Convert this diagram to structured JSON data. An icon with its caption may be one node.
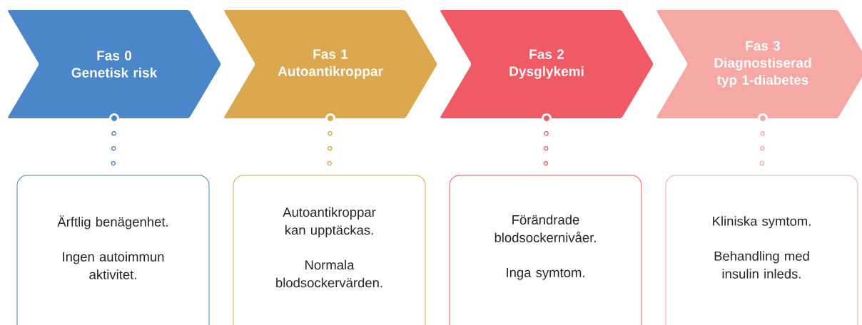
{
  "diagram": {
    "nodes": [
      {
        "text": [
          "Fas 0",
          "Genetisk risk"
        ]
      },
      {
        "text": [
          "Fas 1",
          "Autoantikroppar"
        ]
      },
      {
        "text": [
          "Fas 2",
          "Dysglykemi"
        ]
      },
      {
        "text": [
          "Fas 3",
          "Diagnostiserad typ 1-diabetes"
        ]
      },
      {
        "text": [
          "Ärftlig benägenhet.",
          "Ingen autoimmun aktivitet."
        ]
      },
      {
        "text": [
          "Autoantikroppar kan upptäckas.",
          "Normala blodsockervärden."
        ]
      },
      {
        "text": [
          "Förändrade blodsockernivåer.",
          "Inga symtom."
        ]
      },
      {
        "text": [
          "Kliniska symtom.",
          "Behandling med insulin inleds."
        ]
      }
    ],
    "edges": [
      {
        "from": 0,
        "to": 4,
        "arrow": "none",
        "style": "dashed",
        "color": "#4a86c8"
      },
      {
        "from": 1,
        "to": 5,
        "arrow": "none",
        "style": "dashed",
        "color": "#dca84f"
      },
      {
        "from": 2,
        "to": 6,
        "arrow": "none",
        "style": "dashed",
        "color": "#ef5a65"
      },
      {
        "from": 3,
        "to": 7,
        "arrow": "none",
        "style": "dashed",
        "color": "#f6a9a4"
      }
    ]
  }
}
